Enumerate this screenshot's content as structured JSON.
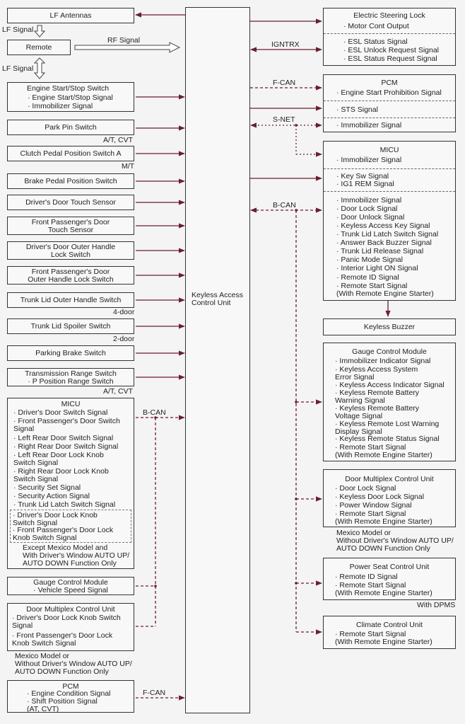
{
  "colors": {
    "wire": "#6b1f2e",
    "box_border": "#333333",
    "background": "#f4f4f4"
  },
  "center": {
    "title": "Keyless Access\nControl Unit"
  },
  "left": {
    "lf_antennas": "LF Antennas",
    "lf_signal_1": "LF Signal",
    "remote": "Remote",
    "rf_signal": "RF Signal",
    "lf_signal_2": "LF Signal",
    "engine_switch": {
      "title": "Engine Start/Stop Switch",
      "lines": [
        "· Engine Start/Stop Signal",
        "· Immobilizer Signal"
      ]
    },
    "park_pin": "Park Pin Switch",
    "park_pin_note": "A/T, CVT",
    "clutch": "Clutch Pedal Position Switch A",
    "clutch_note": "M/T",
    "brake": "Brake Pedal Position Switch",
    "door_touch": "Driver's Door Touch Sensor",
    "fp_touch": "Front Passenger's Door\nTouch Sensor",
    "d_outer": "Driver's Door Outer Handle\nLock Switch",
    "fp_outer": "Front Passenger's Door\nOuter Handle Lock Switch",
    "trunk_outer": "Trunk Lid Outer Handle Switch",
    "trunk_outer_note": "4-door",
    "trunk_spoiler": "Trunk Lid Spoiler Switch",
    "trunk_spoiler_note": "2-door",
    "parking_brake": "Parking Brake Switch",
    "trans": {
      "title": "Transmission Range Switch",
      "line": "· P Position Range Switch"
    },
    "trans_note": "A/T, CVT",
    "micu": {
      "title": "MICU",
      "lines": [
        "· Driver's Door Switch Signal",
        "· Front Passenger's Door Switch\nSignal",
        "· Left Rear Door Switch Signal",
        "· Right Rear Door Switch Signal",
        "· Left Rear Door Lock Knob\nSwitch Signal",
        "· Right Rear Door Lock Knob\nSwitch Signal",
        "· Security Set Signal",
        "· Security Action Signal",
        "· Trunk Lid Latch Switch Signal"
      ],
      "inner": [
        "· Driver's Door Lock Knob\nSwitch Signal",
        "· Front Passenger's Door Lock\nKnob Switch Signal"
      ],
      "note": "Except Mexico Model and\nWith Driver's Window AUTO UP/\nAUTO DOWN Function Only"
    },
    "micu_bus": "B-CAN",
    "gauge": {
      "title": "Gauge Control Module",
      "line": "· Vehicle Speed Signal"
    },
    "door_mux": {
      "title": "Door Multiplex Control Unit",
      "lines": [
        "· Driver's Door Lock Knob Switch\nSignal",
        "· Front Passenger's Door Lock\nKnob Switch Signal"
      ]
    },
    "door_mux_note": "Mexico Model or\nWithout Driver's Window AUTO UP/\nAUTO DOWN Function Only",
    "pcm": {
      "title": "PCM",
      "lines": [
        "· Engine Condition Signal",
        "· Shift Position Signal\n(AT, CVT)"
      ]
    },
    "pcm_bus": "F-CAN"
  },
  "right": {
    "esl": {
      "title": "Electric Steering Lock",
      "top": [
        "· Motor Cont Output"
      ],
      "bottom": [
        "· ESL Status Signal",
        "· ESL Unlock Request Signal",
        "· ESL Status Request Signal"
      ]
    },
    "igntrx": "IGNTRX",
    "fcan": "F-CAN",
    "pcm": {
      "title": "PCM",
      "top": [
        "· Engine Start Prohibition Signal"
      ],
      "mid": [
        "· STS Signal"
      ],
      "bottom": [
        "· Immobilizer Signal"
      ]
    },
    "snet": "S-NET",
    "micu": {
      "title": "MICU",
      "top": [
        "· Immobilizer Signal"
      ],
      "mid": [
        "· Key Sw Signal",
        "· IG1 REM Signal"
      ],
      "bottom": [
        "· Immobilizer Signal",
        "· Door Lock Signal",
        "· Door Unlock Signal",
        "· Keyless Access Key Signal",
        "· Trunk Lid Latch Switch Signal",
        "· Answer Back Buzzer Signal",
        "· Trunk Lid Release Signal",
        "· Panic Mode Signal",
        "· Interior Light ON Signal",
        "· Remote ID Signal",
        "· Remote Start Signal\n(With Remote Engine Starter)"
      ]
    },
    "bcan": "B-CAN",
    "buzzer": "Keyless Buzzer",
    "gauge": {
      "title": "Gauge Control Module",
      "lines": [
        "· Immobilizer Indicator Signal",
        "· Keyless Access System\nError Signal",
        "· Keyless Access Indicator Signal",
        "· Keyless Remote Battery\nWarning Signal",
        "· Keyless Remote Battery\nVoltage Signal",
        "· Keyless Remote Lost Warning\nDisplay Signal",
        "· Keyless Remote Status Signal",
        "· Remote Start Signal\n(With Remote Engine Starter)"
      ]
    },
    "door_mux": {
      "title": "Door Multiplex Control Unit",
      "lines": [
        "· Door Lock Signal",
        "· Keyless Door Lock Signal",
        "· Power Window Signal",
        "· Remote Start Signal\n(With Remote Engine Starter)"
      ]
    },
    "door_mux_note": "Mexico Model or\nWithout Driver's Window AUTO UP/\nAUTO DOWN Function Only",
    "power_seat": {
      "title": "Power Seat Control Unit",
      "lines": [
        "· Remote ID Signal",
        "· Remote Start Signal\n(With Remote Engine Starter)"
      ]
    },
    "power_seat_note": "With DPMS",
    "climate": {
      "title": "Climate Control Unit",
      "lines": [
        "· Remote Start Signal\n(With Remote Engine Starter)"
      ]
    }
  }
}
